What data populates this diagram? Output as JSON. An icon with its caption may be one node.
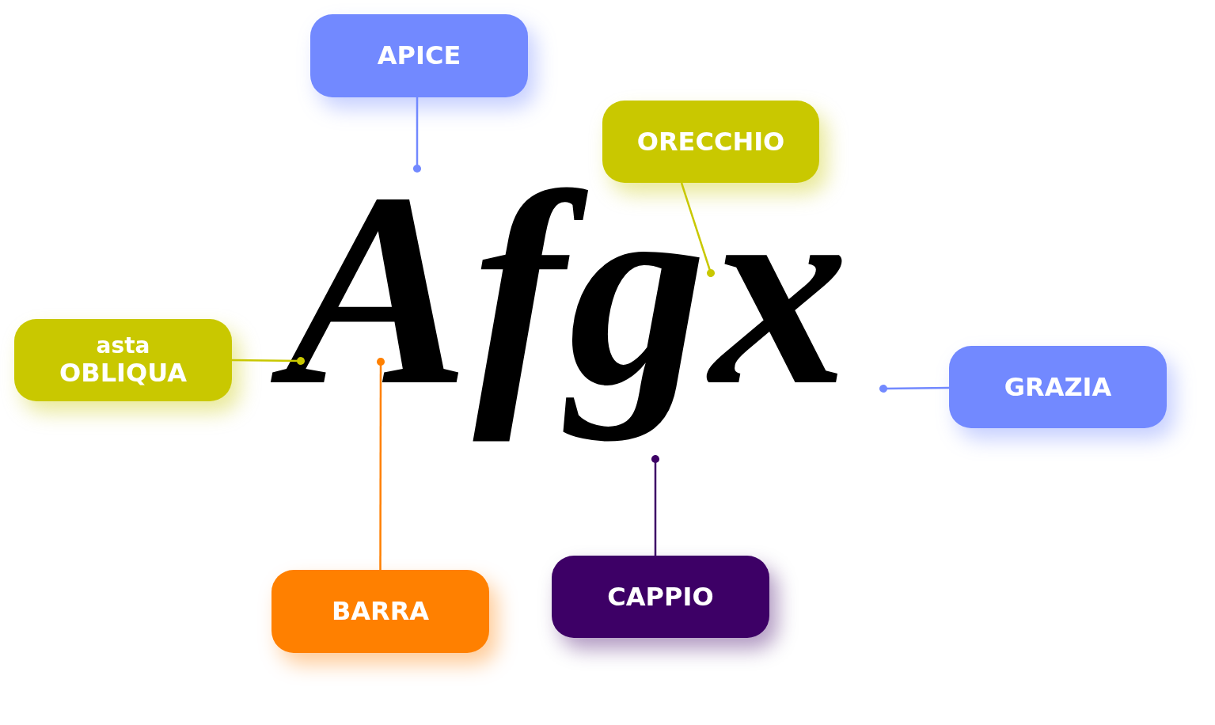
{
  "diagram": {
    "nodes": [
      {
        "text": [
          "APICE"
        ]
      },
      {
        "text": [
          "ORECCHIO"
        ]
      },
      {
        "text": [
          "asta",
          "OBLIQUA"
        ]
      },
      {
        "text": [
          "GRAZIA"
        ]
      },
      {
        "text": [
          "BARRA"
        ]
      },
      {
        "text": [
          "CAPPIO"
        ]
      },
      {
        "text": [
          "Afgx"
        ]
      }
    ],
    "edges": [
      {
        "from": 0,
        "to": 6,
        "arrow": "other",
        "color": "#7289ff"
      },
      {
        "from": 1,
        "to": 6,
        "arrow": "other",
        "color": "#c9c800"
      },
      {
        "from": 2,
        "to": 6,
        "arrow": "other",
        "color": "#c9c800"
      },
      {
        "from": 3,
        "to": 6,
        "arrow": "other",
        "color": "#7289ff"
      },
      {
        "from": 4,
        "to": 6,
        "arrow": "other",
        "color": "#ff8000"
      },
      {
        "from": 5,
        "to": 6,
        "arrow": "other",
        "color": "#3d0066"
      }
    ]
  }
}
